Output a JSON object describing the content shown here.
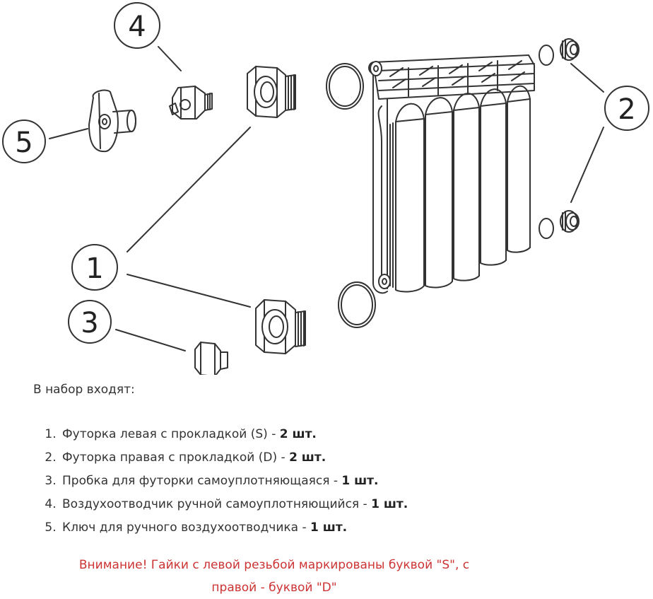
{
  "callouts": {
    "c1": "1",
    "c2": "2",
    "c3": "3",
    "c4": "4",
    "c5": "5"
  },
  "kit": {
    "intro": "В набор входят:",
    "items": [
      {
        "number": "1.",
        "text": "Футорка левая с прокладкой (S) - ",
        "qty": "2 шт."
      },
      {
        "number": "2.",
        "text": "Футорка правая с прокладкой (D) - ",
        "qty": "2 шт."
      },
      {
        "number": "3.",
        "text": "Пробка для футорки самоуплотняющаяся - ",
        "qty": "1 шт."
      },
      {
        "number": "4.",
        "text": "Воздухоотводчик ручной самоуплотняющийся - ",
        "qty": "1 шт."
      },
      {
        "number": "5.",
        "text": "Ключ для ручного воздухоотводчика - ",
        "qty": "1 шт."
      }
    ]
  },
  "warning": {
    "line1": "Внимание! Гайки с левой резьбой маркированы буквой \"S\", с",
    "line2": "правой - буквой \"D\""
  },
  "colors": {
    "line": "#333333",
    "warning": "#cc3333"
  }
}
